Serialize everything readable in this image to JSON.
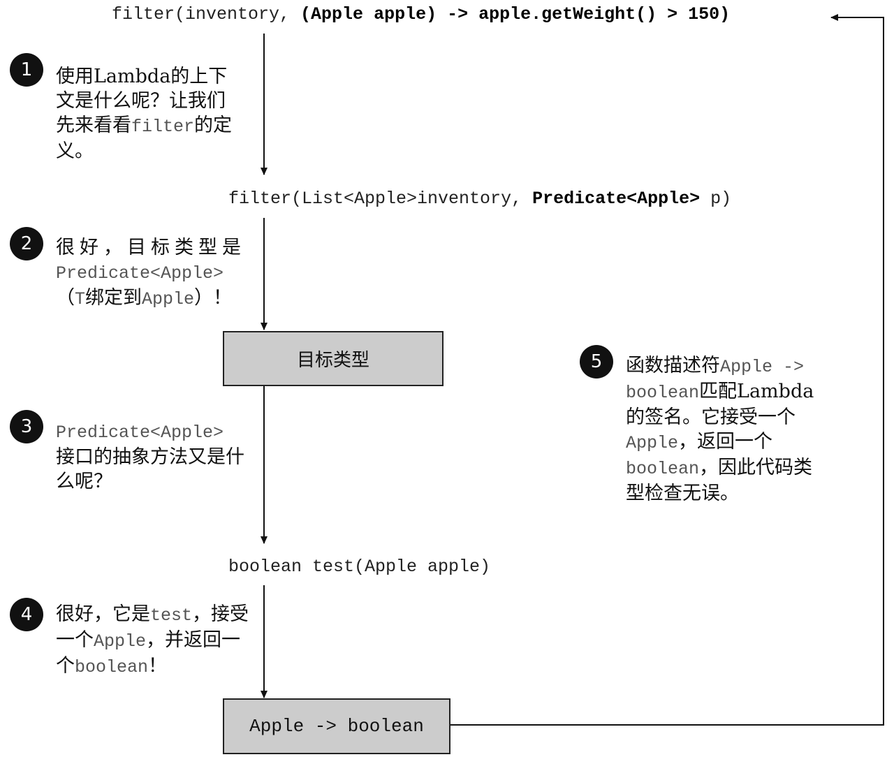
{
  "top_expr": {
    "prefix": "filter(inventory, ",
    "lambda": "(Apple apple) -> apple.getWeight() > 150)"
  },
  "filter_sig": {
    "prefix": "filter(List<Apple>inventory, ",
    "bold": "Predicate<Apple>",
    "suffix": " p)"
  },
  "target_type_box": "目标类型",
  "test_sig": "boolean test(Apple apple)",
  "descriptor_box": "Apple -> boolean",
  "steps": [
    {
      "number": "1",
      "parts": [
        "使用Lambda的上下文是什么呢？让我们先来看看",
        "filter",
        "的定义。"
      ]
    },
    {
      "number": "2",
      "parts": [
        "很好，目标类型是",
        "Predicate<Apple>",
        "（",
        "T",
        "绑定到",
        "Apple",
        "）！"
      ]
    },
    {
      "number": "3",
      "parts": [
        "Predicate<Apple>",
        "接口的抽象方法又是什么呢？"
      ]
    },
    {
      "number": "4",
      "parts": [
        "很好，它是",
        "test",
        "，接受一个",
        "Apple",
        "，并返回一个",
        "boolean",
        "！"
      ]
    },
    {
      "number": "5",
      "parts": [
        "函数描述符",
        "Apple -> boolean",
        "匹配Lambda的签名。它接受一个",
        "Apple",
        "，返回一个",
        "boolean",
        "，因此代码类型检查无误。"
      ]
    }
  ]
}
